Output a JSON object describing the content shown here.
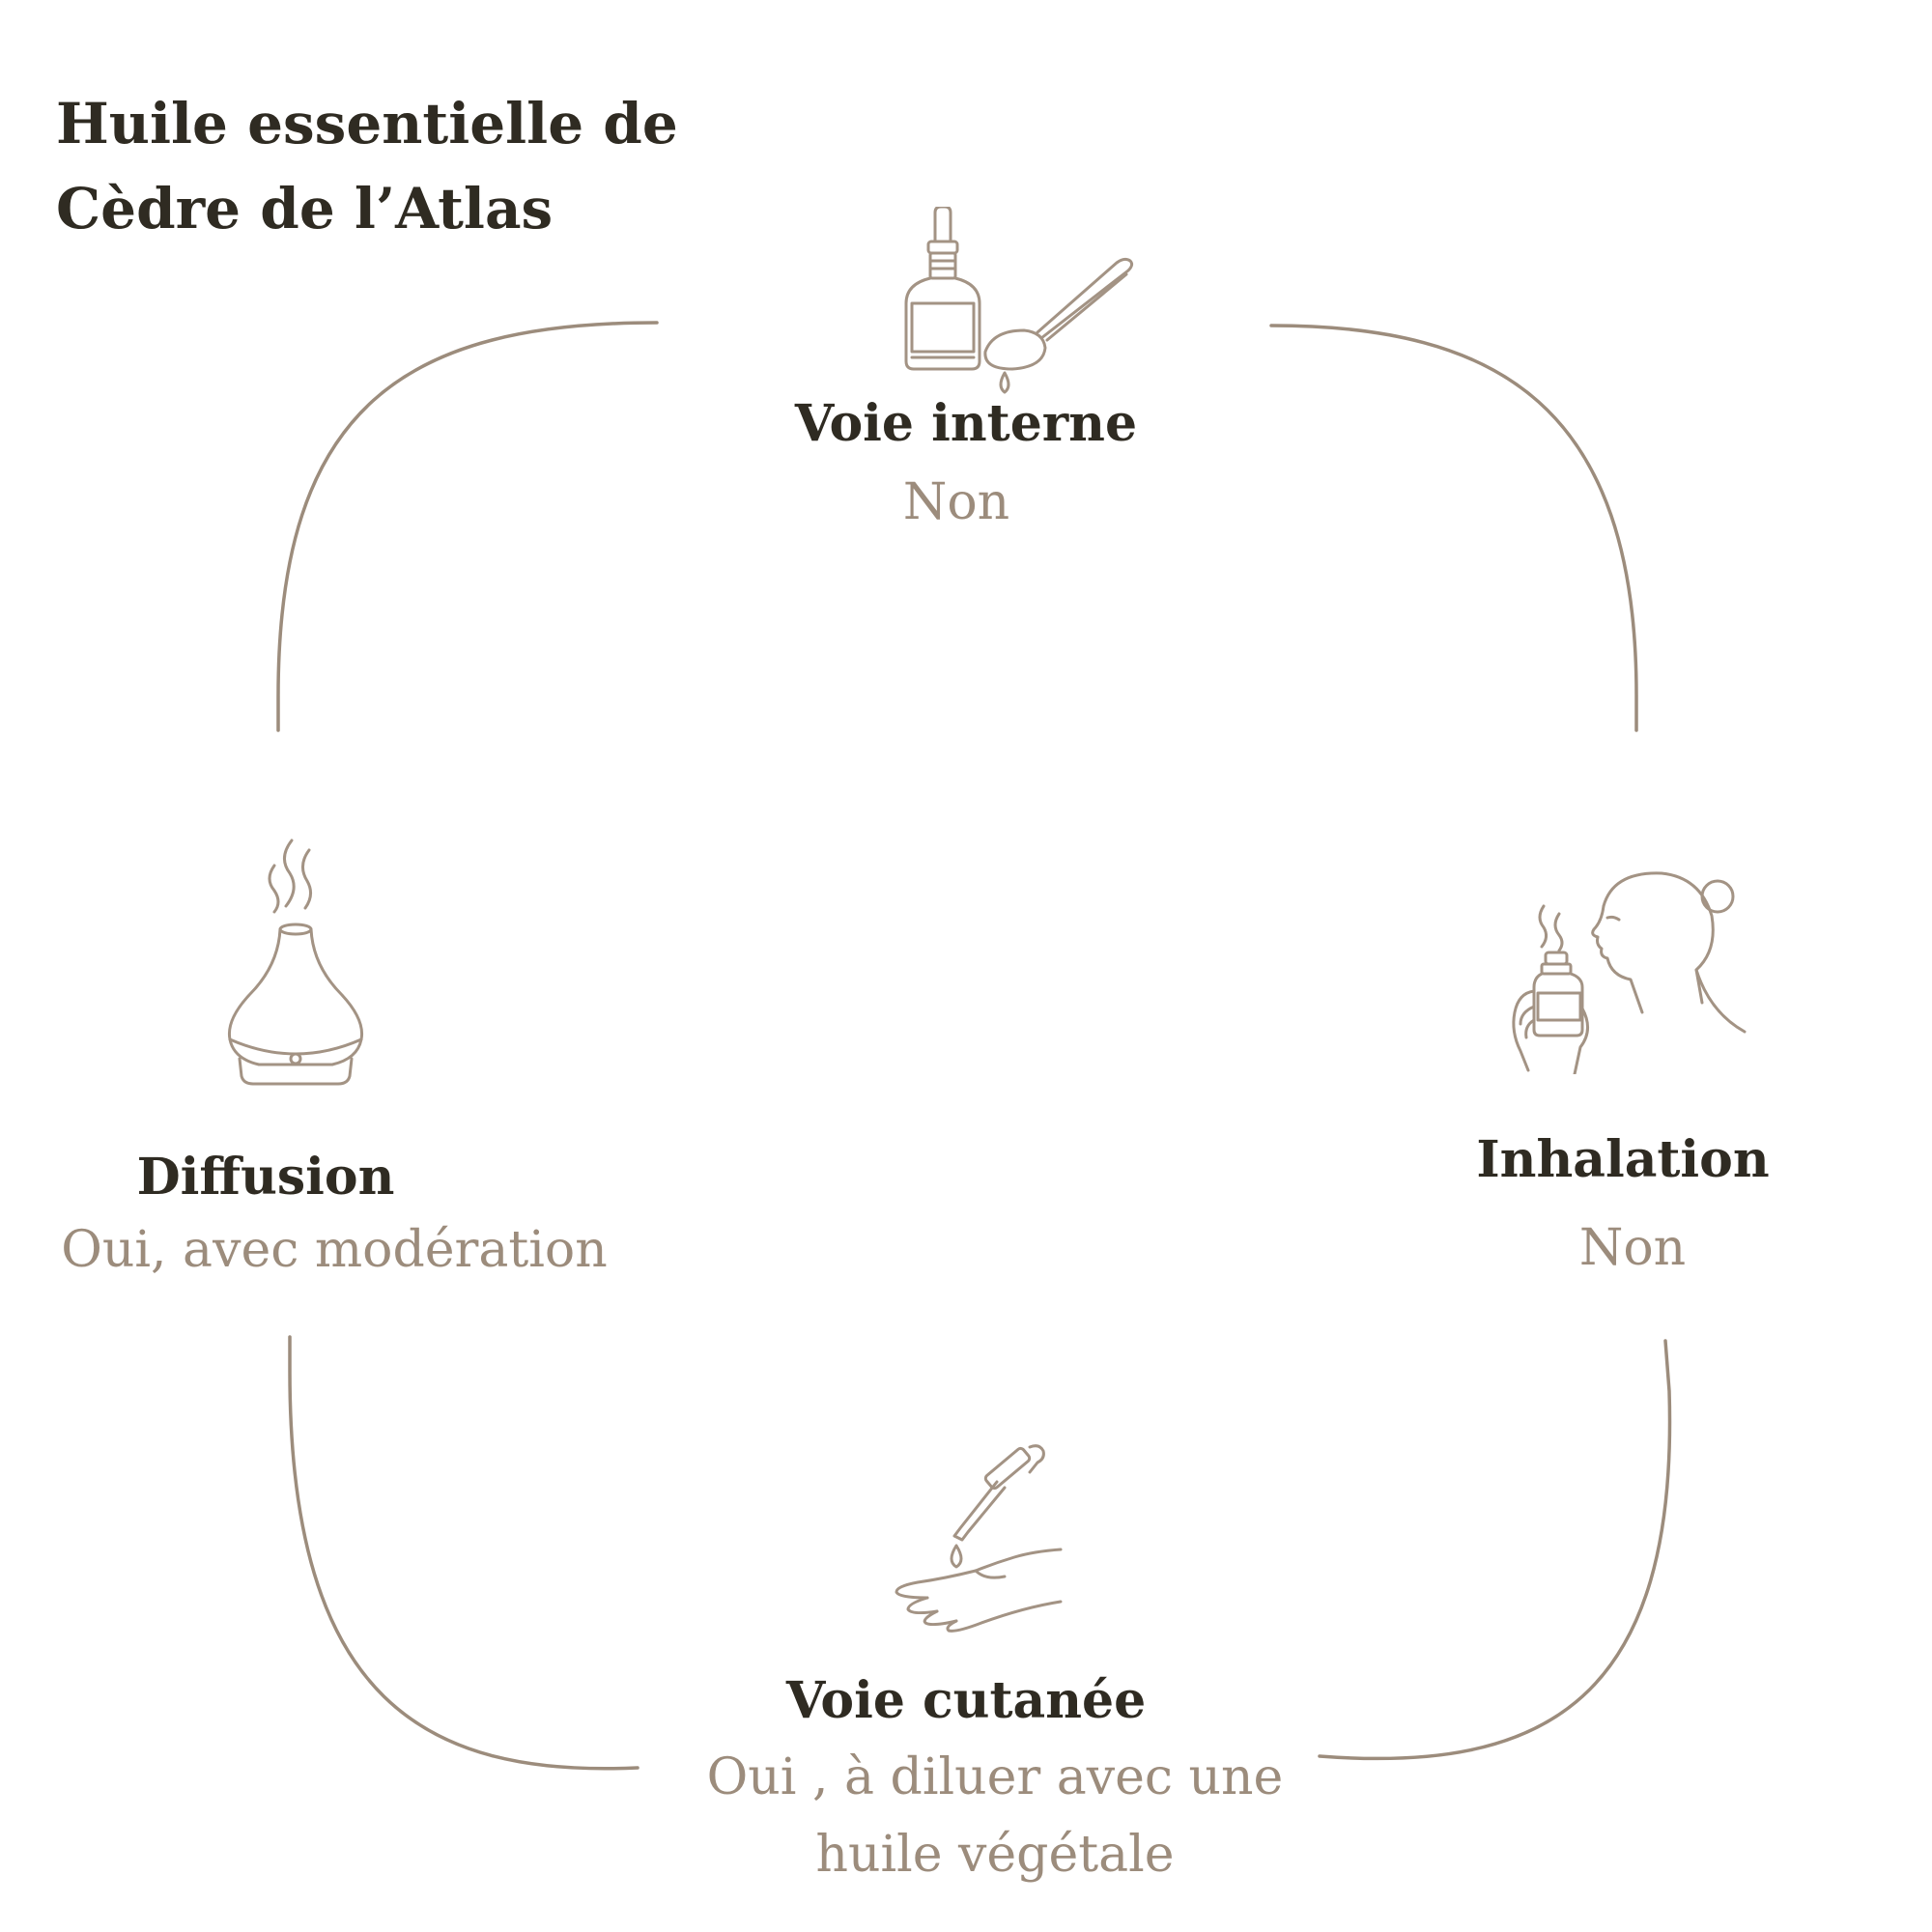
{
  "title": {
    "line1": "Huile essentielle de",
    "line2": "Cèdre de l’Atlas"
  },
  "colors": {
    "title": "#2f2b22",
    "label": "#2f2b22",
    "value": "#9c8c7c",
    "line": "#9c8c7c"
  },
  "modes": {
    "internal": {
      "label": "Voie interne",
      "value": "Non",
      "icon": "dropper-bottle-spoon-icon"
    },
    "inhalation": {
      "label": "Inhalation",
      "value": "Non",
      "icon": "person-smelling-bottle-icon"
    },
    "cutaneous": {
      "label": "Voie cutanée",
      "value_line1": "Oui , à diluer avec une",
      "value_line2": "huile végétale",
      "icon": "dropper-hand-icon"
    },
    "diffusion": {
      "label": "Diffusion",
      "value": "Oui, avec modération",
      "icon": "diffuser-icon"
    }
  }
}
